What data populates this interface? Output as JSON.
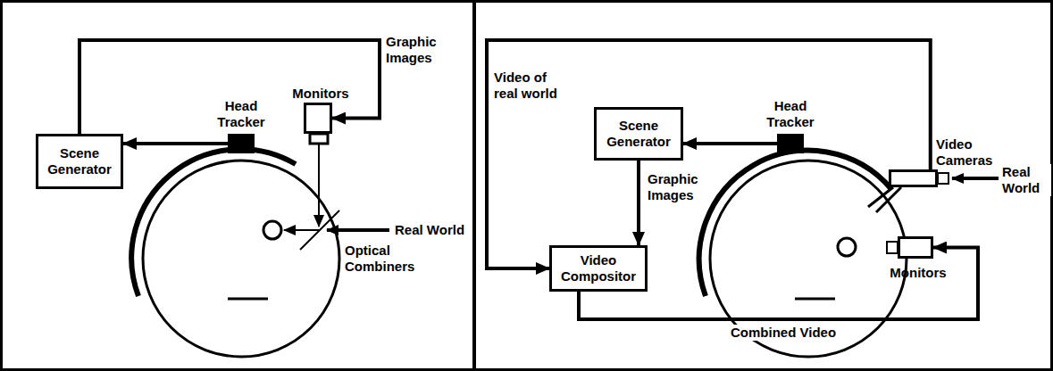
{
  "diagram": {
    "nodes": [
      {
        "text": [
          "Scene Generator"
        ]
      },
      {
        "text": [
          "Head Tracker"
        ]
      },
      {
        "text": [
          "Monitors"
        ]
      },
      {
        "text": [
          "Scene Generator"
        ]
      },
      {
        "text": [
          "Head Tracker"
        ]
      },
      {
        "text": [
          "Video Cameras"
        ]
      },
      {
        "text": [
          "Video Compositor"
        ]
      },
      {
        "text": [
          "Monitors"
        ]
      }
    ],
    "edges": [
      {
        "from": 1,
        "to": 0,
        "arrow": "to"
      },
      {
        "from": 0,
        "to": 2,
        "label": "Graphic Images",
        "arrow": "to"
      },
      {
        "from": 4,
        "to": 3,
        "arrow": "to"
      },
      {
        "from": 3,
        "to": 6,
        "label": "Graphic Images",
        "arrow": "to"
      },
      {
        "from": 5,
        "to": 6,
        "label": "Video of real world",
        "arrow": "to"
      },
      {
        "from": 6,
        "to": 7,
        "label": "Combined Video",
        "arrow": "to"
      }
    ],
    "labels": [
      "Real World",
      "Optical Combiners",
      "Real World"
    ]
  }
}
